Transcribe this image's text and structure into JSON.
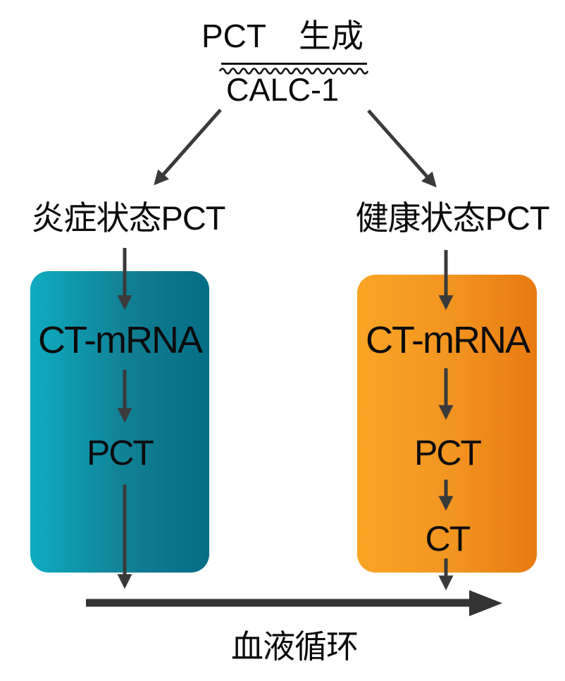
{
  "header": {
    "title_latin": "PCT",
    "title_cjk": "生成",
    "gene": "CALC-1"
  },
  "branches": {
    "left": {
      "label": "炎症状态PCT",
      "steps": [
        "CT-mRNA",
        "PCT"
      ],
      "box_gradient_start": "#0fabc1",
      "box_gradient_end": "#036d85"
    },
    "right": {
      "label": "健康状态PCT",
      "steps": [
        "CT-mRNA",
        "PCT",
        "CT"
      ],
      "box_gradient_start": "#faa526",
      "box_gradient_end": "#e87a10"
    }
  },
  "footer": {
    "label": "血液循环"
  },
  "colors": {
    "arrow": "#3a3a3a",
    "text": "#000000",
    "background": "#ffffff"
  }
}
